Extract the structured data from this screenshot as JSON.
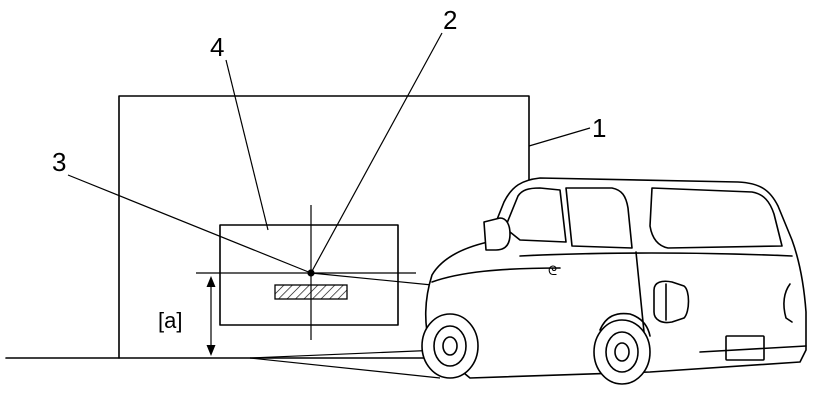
{
  "callouts": {
    "screen": "1",
    "center_mark": "2",
    "headlight_center": "3",
    "beam_pattern": "4"
  },
  "dimension": {
    "label": "[a]"
  },
  "car": {
    "badge": "ᘓ"
  }
}
